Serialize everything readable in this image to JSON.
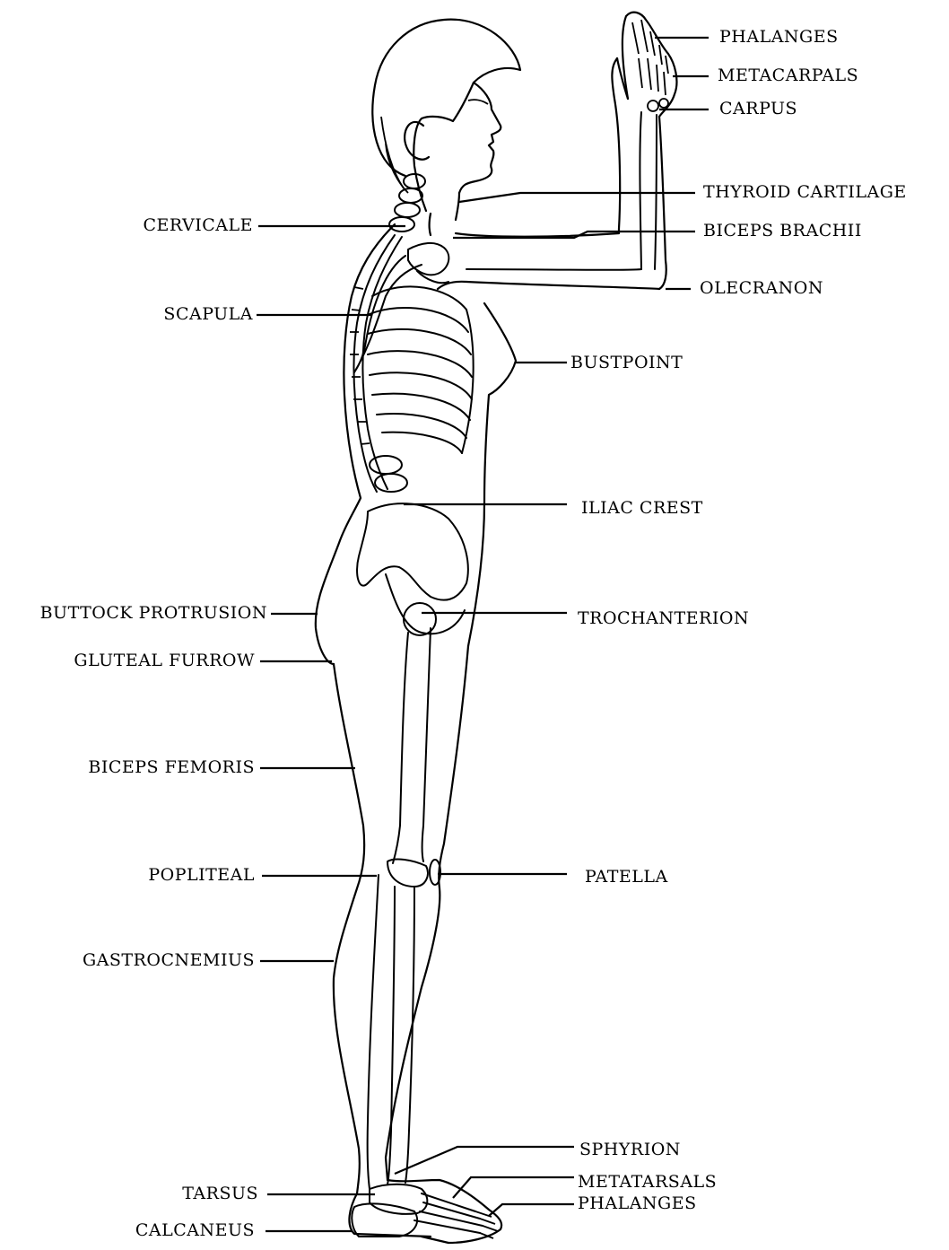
{
  "labels_left": {
    "cervicale": "CERVICALE",
    "scapula": "SCAPULA",
    "buttock_protrusion": "BUTTOCK PROTRUSION",
    "gluteal_furrow": "GLUTEAL FURROW",
    "biceps_femoris": "BICEPS FEMORIS",
    "popliteal": "POPLITEAL",
    "gastrocnemius": "GASTROCNEMIUS",
    "tarsus": "TARSUS",
    "calcaneus": "CALCANEUS"
  },
  "labels_right": {
    "phalanges_hand": "PHALANGES",
    "metacarpals": "METACARPALS",
    "carpus": "CARPUS",
    "thyroid_cartilage": "THYROID CARTILAGE",
    "biceps_brachii": "BICEPS BRACHII",
    "olecranon": "OLECRANON",
    "bustpoint": "BUSTPOINT",
    "iliac_crest": "ILIAC CREST",
    "trochanterion": "TROCHANTERION",
    "patella": "PATELLA",
    "sphyrion": "SPHYRION",
    "metatarsals": "METATARSALS",
    "phalanges_foot": "PHALANGES"
  },
  "colors": {
    "ink": "#000000",
    "background": "#ffffff"
  }
}
